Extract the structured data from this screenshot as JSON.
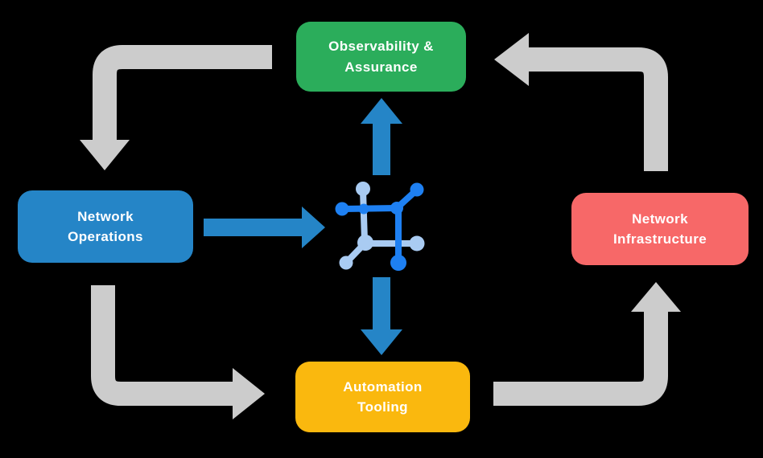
{
  "diagram": {
    "title": "Network lifecycle diagram",
    "nodes": {
      "observability": {
        "label": "Observability &\nAssurance",
        "color": "#2BAD5B"
      },
      "operations": {
        "label": "Network\nOperations",
        "color": "#2585C7"
      },
      "infrastructure": {
        "label": "Network\nInfrastructure",
        "color": "#F76868"
      },
      "automation": {
        "label": "Automation\nTooling",
        "color": "#FAB80E"
      }
    },
    "colors": {
      "arrow_gray": "#CCCCCC",
      "arrow_blue": "#2585C7",
      "icon_dark_blue": "#1E80F2",
      "icon_light_blue": "#A9CBF2",
      "text": "#FFFFFF",
      "background": "#000000"
    },
    "icon": {
      "name": "network-platform-icon"
    }
  }
}
